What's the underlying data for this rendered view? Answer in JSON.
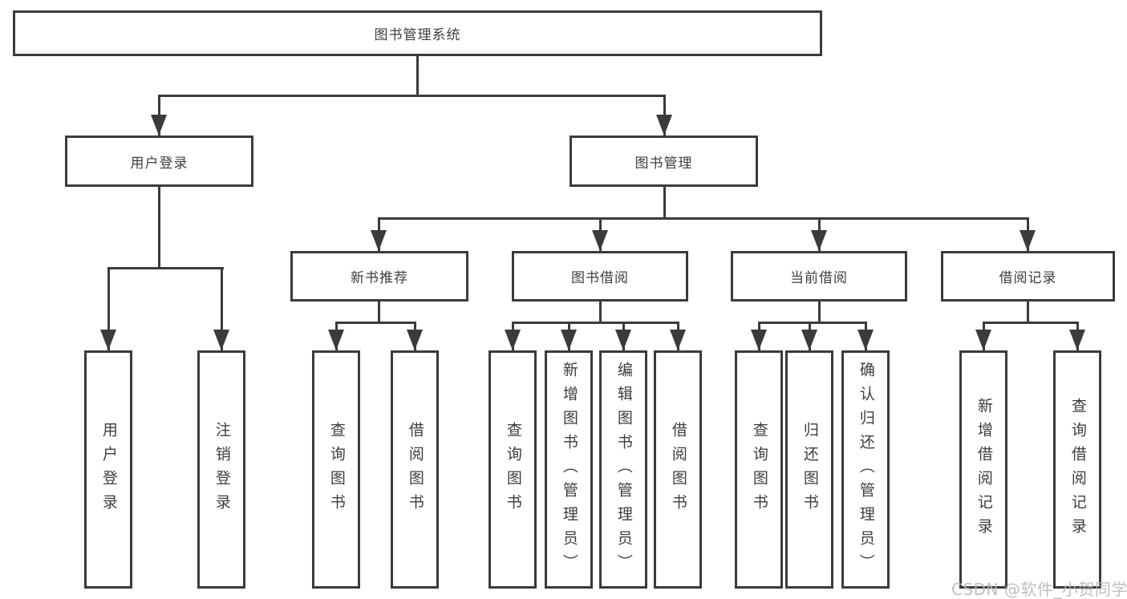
{
  "tree": {
    "label": "图书管理系统",
    "children": [
      {
        "label": "用户登录",
        "children": [
          {
            "label": "用户登录"
          },
          {
            "label": "注销登录"
          }
        ]
      },
      {
        "label": "图书管理",
        "children": [
          {
            "label": "新书推荐",
            "children": [
              {
                "label": "查询图书"
              },
              {
                "label": "借阅图书"
              }
            ]
          },
          {
            "label": "图书借阅",
            "children": [
              {
                "label": "查询图书"
              },
              {
                "label": "新增图书（管理员）"
              },
              {
                "label": "编辑图书（管理员）"
              },
              {
                "label": "借阅图书"
              }
            ]
          },
          {
            "label": "当前借阅",
            "children": [
              {
                "label": "查询图书"
              },
              {
                "label": "归还图书"
              },
              {
                "label": "确认归还（管理员）"
              }
            ]
          },
          {
            "label": "借阅记录",
            "children": [
              {
                "label": "新增借阅记录"
              },
              {
                "label": "查询借阅记录"
              }
            ]
          }
        ]
      }
    ]
  },
  "watermark": {
    "text": "CSDN @软件_小贺同学"
  },
  "colors": {
    "line": "#3b3b3b",
    "text": "#3d3d42",
    "watermark": "#b5b9bd",
    "background": "#ffffff"
  }
}
